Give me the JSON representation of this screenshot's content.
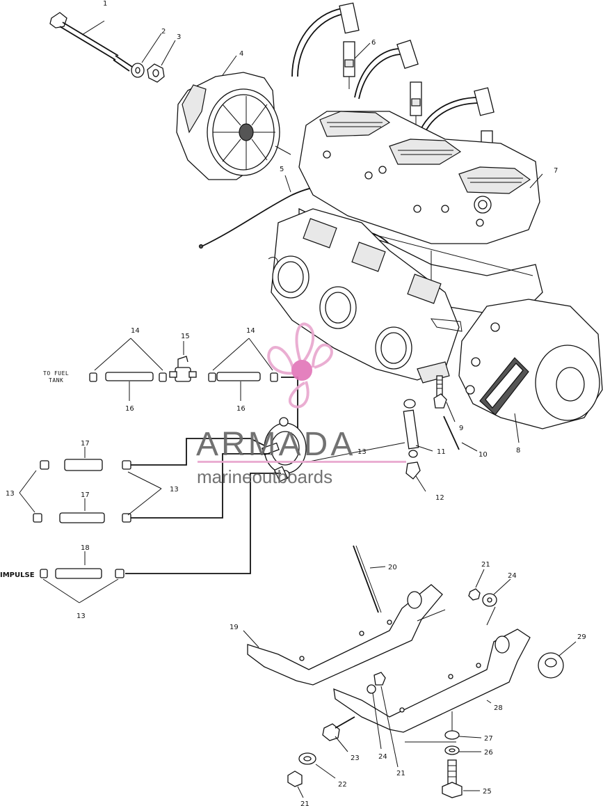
{
  "callouts": {
    "c1": "1",
    "c2": "2",
    "c3": "3",
    "c4": "4",
    "c5": "5",
    "c6": "6",
    "c7": "7",
    "c8": "8",
    "c9": "9",
    "c10": "10",
    "c11": "11",
    "c12": "12",
    "c13a": "13",
    "c13b": "13",
    "c13c": "13",
    "c13d": "13",
    "c14a": "14",
    "c14b": "14",
    "c15": "15",
    "c16a": "16",
    "c16b": "16",
    "c17a": "17",
    "c17b": "17",
    "c18": "18",
    "c19": "19",
    "c20": "20",
    "c21a": "21",
    "c21b": "21",
    "c21c": "21",
    "c22": "22",
    "c23": "23",
    "c24a": "24",
    "c24b": "24",
    "c25": "25",
    "c26": "26",
    "c27": "27",
    "c28": "28",
    "c29": "29"
  },
  "labels": {
    "fuel_tank_line1": "TO FUEL",
    "fuel_tank_line2": "TANK",
    "impulse": "IMPULSE"
  },
  "watermark": {
    "brand": "ARMADA",
    "subtitle": "marineoutboards",
    "logo": "propeller-logo",
    "colors": {
      "logo": "#e9a8cf",
      "logo_hub": "#e277b9",
      "text": "#676767"
    }
  }
}
